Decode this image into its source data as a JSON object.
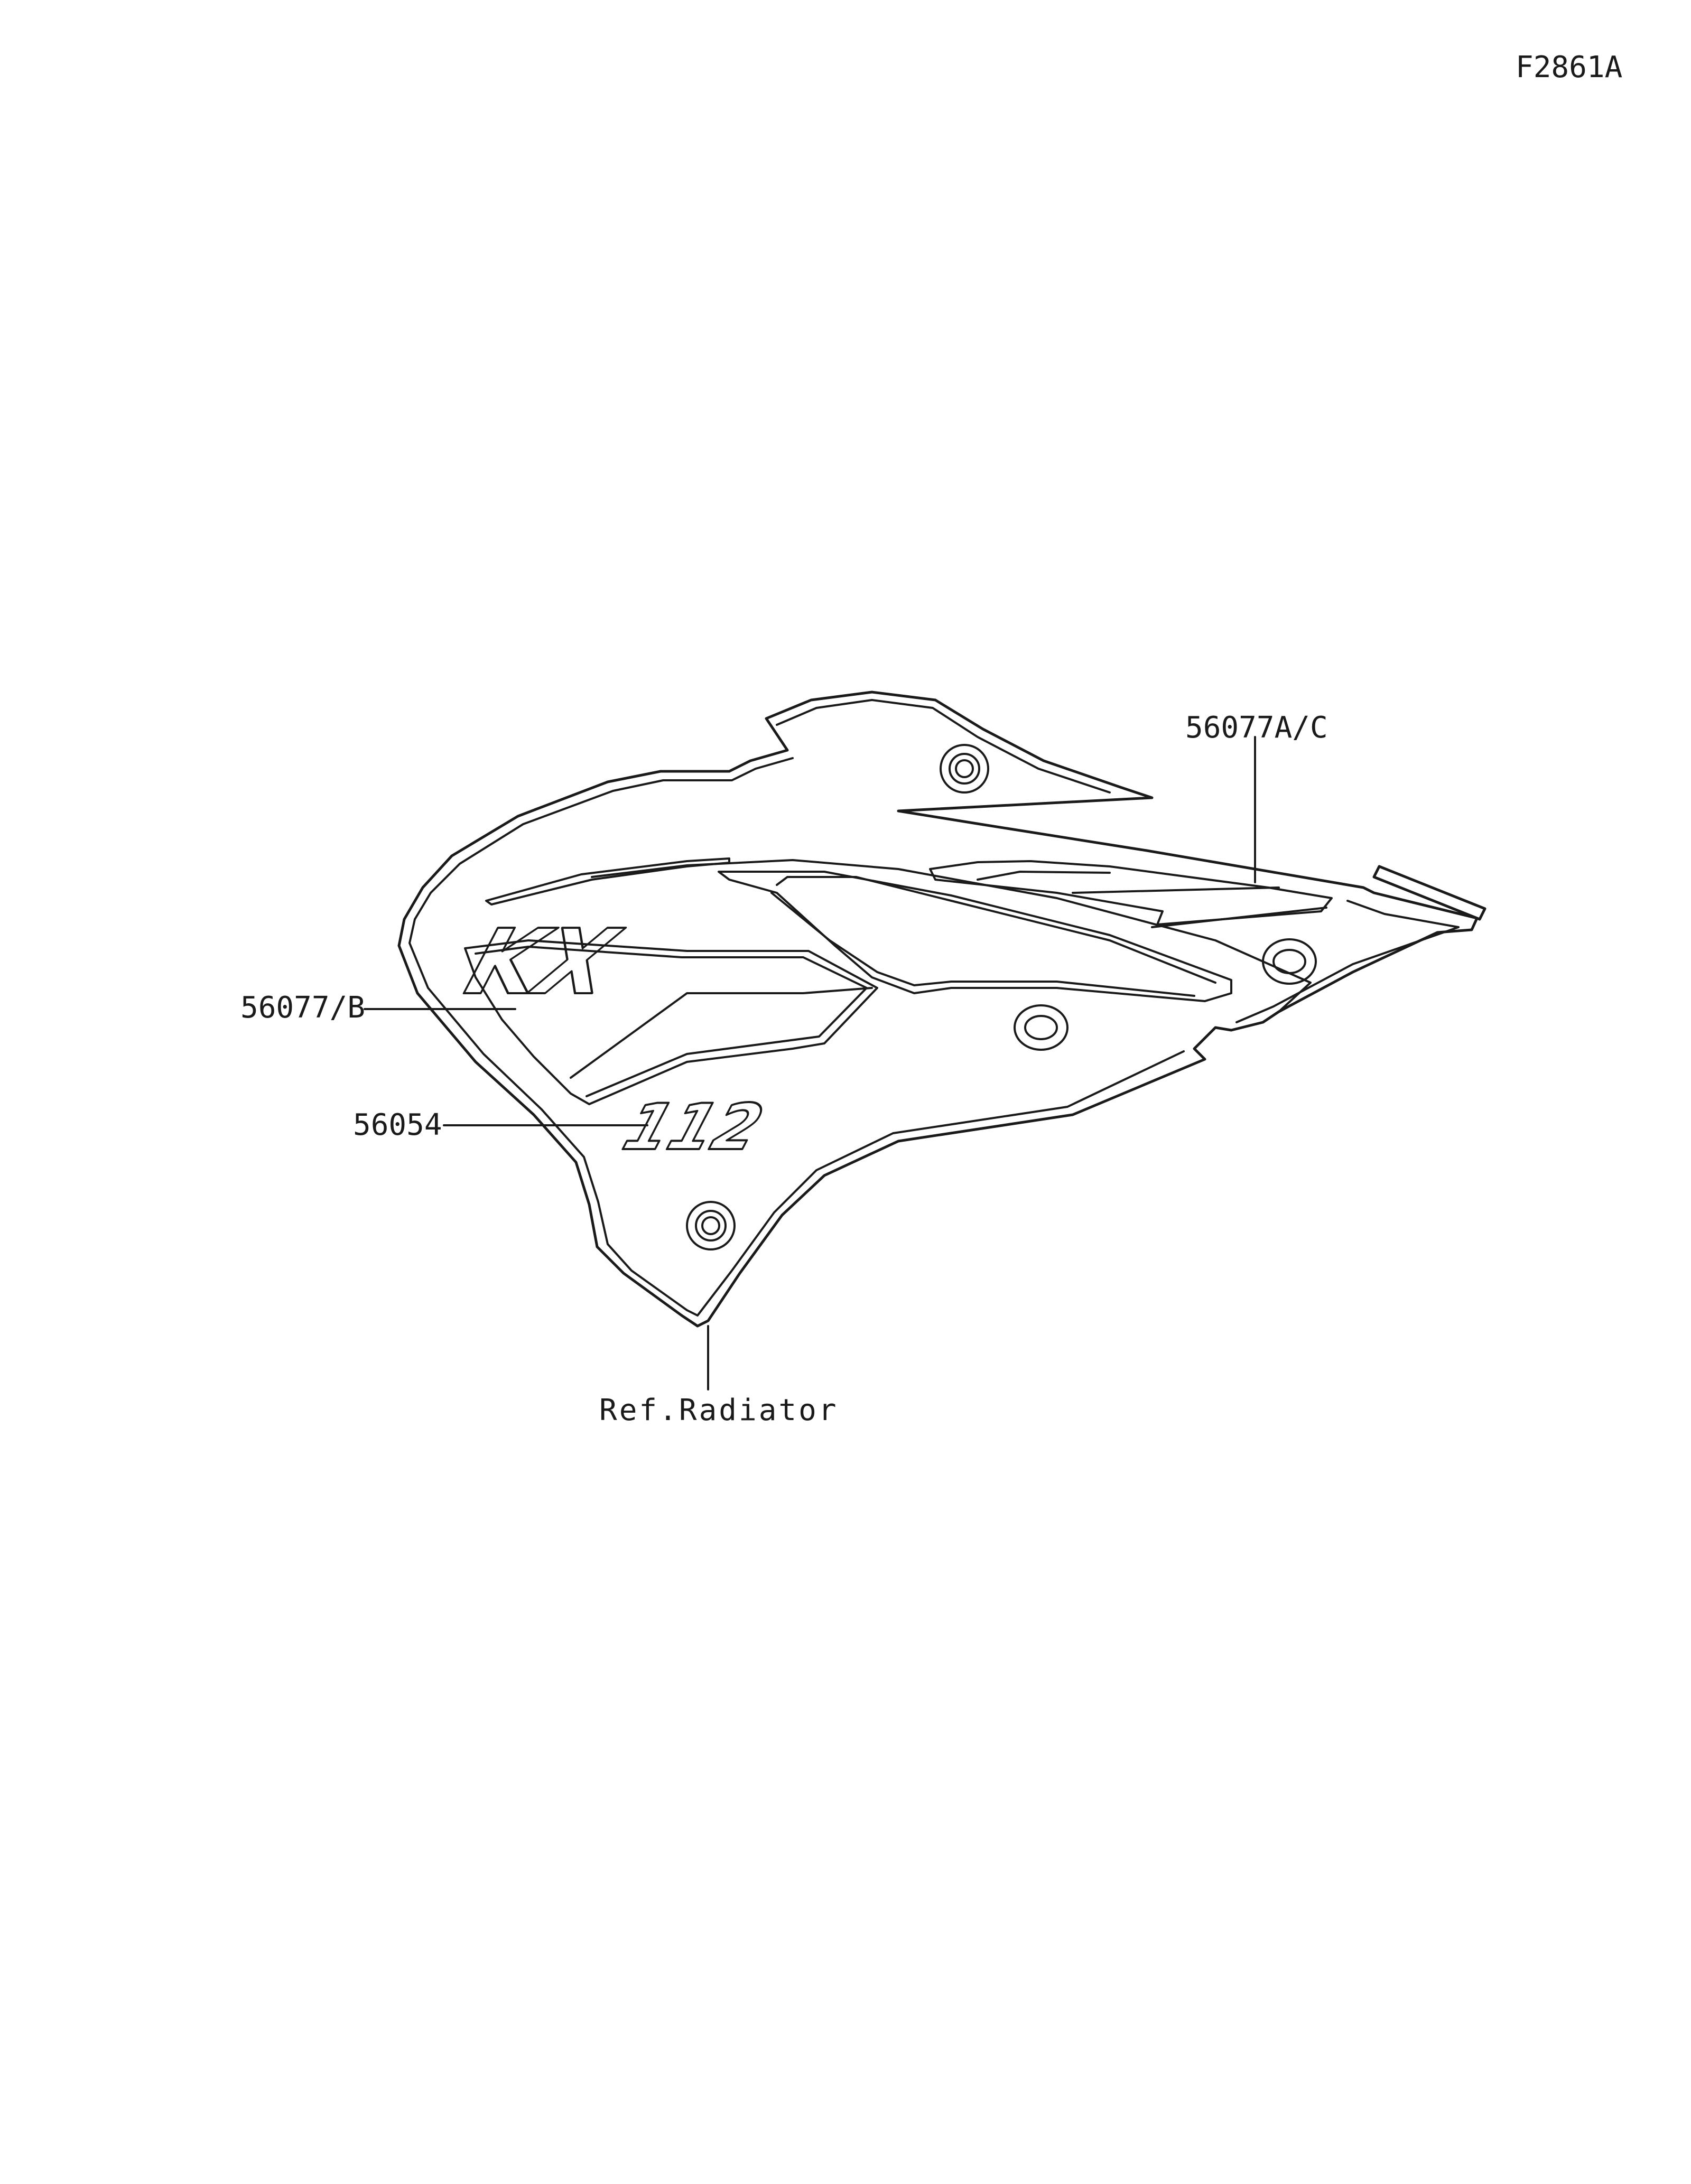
{
  "figure_code": "F2861A",
  "callouts": {
    "decal_upper": "56077A/C",
    "decal_main": "56077/B",
    "decal_number": "56054",
    "reference": "Ref.Radiator"
  },
  "logos": {
    "model": "KX",
    "number": "112"
  },
  "colors": {
    "line": "#1a1a1a",
    "background": "#ffffff"
  }
}
